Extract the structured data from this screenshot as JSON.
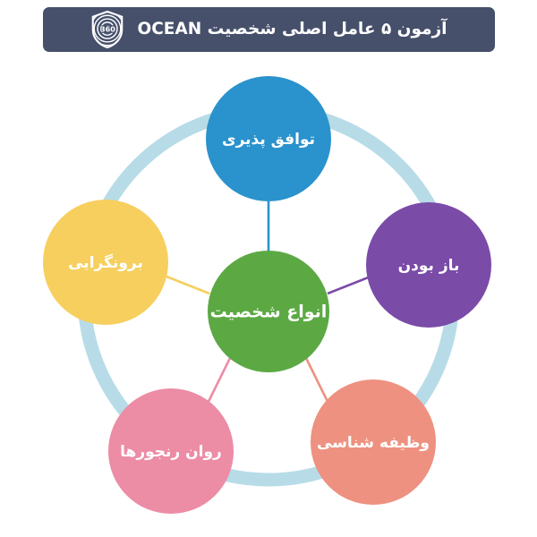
{
  "header": {
    "title": "آزمون ۵ عامل اصلی شخصیت  OCEAN",
    "logo_icon": "shield-fingerprint-360-logo",
    "background_color": "#46506B",
    "text_color": "#FFFFFF"
  },
  "diagram": {
    "type": "hub-and-spoke",
    "ring_color": "#B7DCE7",
    "center": {
      "label": "انواع شخصیت",
      "color": "#5CA944"
    },
    "nodes": [
      {
        "id": "agreeableness",
        "label": "توافق پذیری",
        "color": "#2A92CC",
        "position": "top"
      },
      {
        "id": "openness",
        "label": "باز بودن",
        "color": "#7B4BA8",
        "position": "right"
      },
      {
        "id": "conscientiousness",
        "label": "وظیفه شناسی",
        "color": "#EE9180",
        "position": "bottom-right"
      },
      {
        "id": "neuroticism",
        "label": "روان رنجورها",
        "color": "#EC8CA5",
        "position": "bottom-left"
      },
      {
        "id": "extraversion",
        "label": "برونگرایی",
        "color": "#F6CF5E",
        "position": "left"
      }
    ]
  }
}
